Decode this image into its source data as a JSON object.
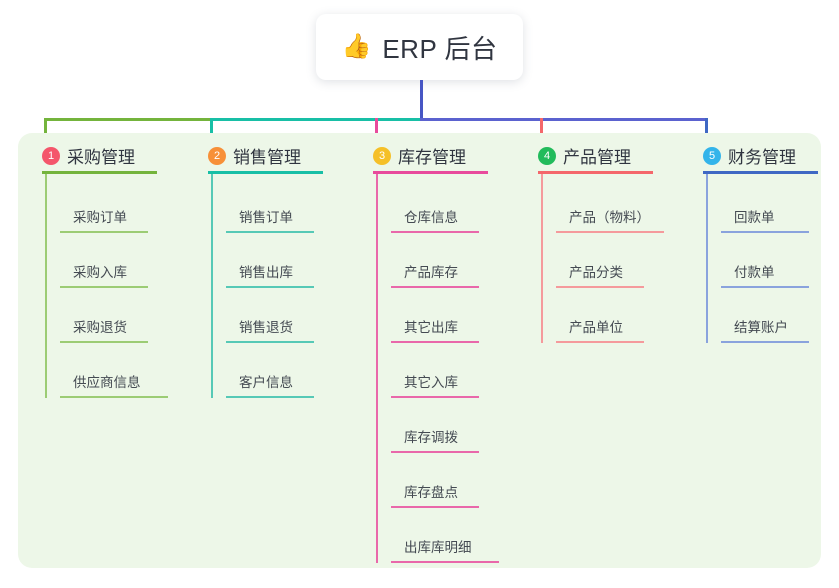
{
  "title": {
    "emoji": "👍",
    "emoji_name": "thumbs-up-icon",
    "text": "ERP 后台"
  },
  "colors": {
    "panel_bg": "#edf7e8",
    "page_bg": "#ffffff",
    "stem_blue": "#4756c4",
    "bus_green": "#74b43c",
    "bus_teal": "#18bfa6",
    "bus_blue": "#5b62cf",
    "text_dark": "#303540",
    "text_leaf": "#444a52"
  },
  "columns": [
    {
      "index": "1",
      "title": "采购管理",
      "badge_color": "#f4566b",
      "accent": "#74b43c",
      "leaf_accent": "#9ccc74",
      "items": [
        "采购订单",
        "采购入库",
        "采购退货",
        "供应商信息"
      ]
    },
    {
      "index": "2",
      "title": "销售管理",
      "badge_color": "#f79038",
      "accent": "#18bfa6",
      "leaf_accent": "#56c9b6",
      "items": [
        "销售订单",
        "销售出库",
        "销售退货",
        "客户信息"
      ]
    },
    {
      "index": "3",
      "title": "库存管理",
      "badge_color": "#f5c028",
      "accent": "#e84b9c",
      "leaf_accent": "#e968aa",
      "items": [
        "仓库信息",
        "产品库存",
        "其它出库",
        "其它入库",
        "库存调拨",
        "库存盘点",
        "出库库明细"
      ]
    },
    {
      "index": "4",
      "title": "产品管理",
      "badge_color": "#22bb5b",
      "accent": "#f4676b",
      "leaf_accent": "#f59a9c",
      "items": [
        "产品（物料）",
        "产品分类",
        "产品单位"
      ]
    },
    {
      "index": "5",
      "title": "财务管理",
      "badge_color": "#33b4ea",
      "accent": "#3f68c4",
      "leaf_accent": "#8aa3dd",
      "items": [
        "回款单",
        "付款单",
        "结算账户"
      ]
    }
  ]
}
